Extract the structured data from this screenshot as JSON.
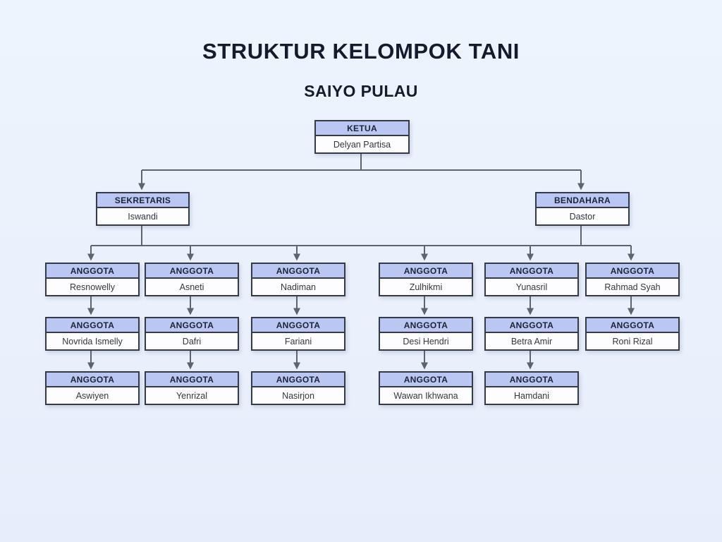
{
  "page": {
    "title": "STRUKTUR KELOMPOK TANI",
    "subtitle": "SAIYO PULAU"
  },
  "org": {
    "ketua": {
      "role": "KETUA",
      "name": "Delyan Partisa"
    },
    "sekretaris": {
      "role": "SEKRETARIS",
      "name": "Iswandi"
    },
    "bendahara": {
      "role": "BENDAHARA",
      "name": "Dastor"
    },
    "member_role_label": "ANGGOTA",
    "columns": [
      {
        "members": [
          "Resnowelly",
          "Novrida Ismelly",
          "Aswiyen"
        ]
      },
      {
        "members": [
          "Asneti",
          "Dafri",
          "Yenrizal"
        ]
      },
      {
        "members": [
          "Nadiman",
          "Fariani",
          "Nasirjon"
        ]
      },
      {
        "members": [
          "Zulhikmi",
          "Desi Hendri",
          "Wawan Ikhwana"
        ]
      },
      {
        "members": [
          "Yunasril",
          "Betra Amir",
          "Hamdani"
        ]
      },
      {
        "members": [
          "Rahmad Syah",
          "Roni Rizal"
        ]
      }
    ]
  },
  "colors": {
    "background_top": "#eef4fd",
    "background_bottom": "#e7eefb",
    "header_fill": "#bac7f2",
    "box_border": "#343b47",
    "connector": "#5d646c",
    "title_text": "#141b2c",
    "role_text": "#1c2338",
    "name_text": "#33373e"
  }
}
